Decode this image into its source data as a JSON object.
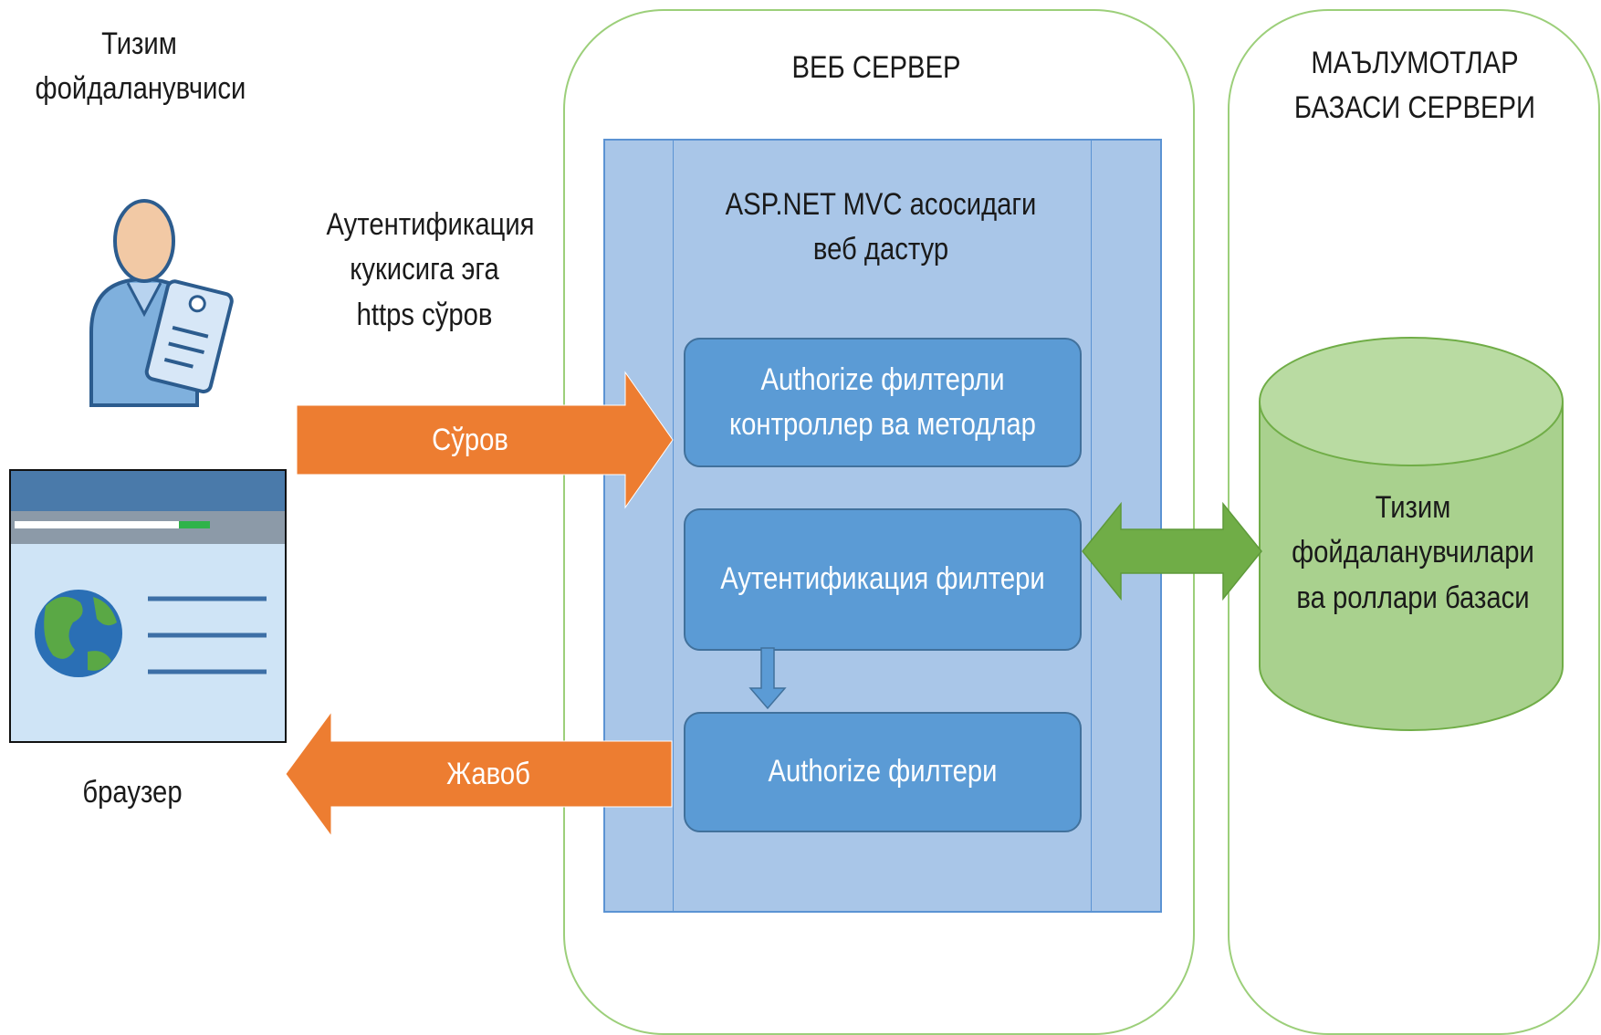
{
  "user": {
    "label": "Тизим фойдаланувчиси",
    "icon": "user-badge-icon"
  },
  "browser": {
    "label": "браузер",
    "icon": "browser-window-icon"
  },
  "request": {
    "note": "Аутентификация кукисига эга https сўров",
    "arrow_label": "Сўров"
  },
  "response": {
    "arrow_label": "Жавоб"
  },
  "web_server": {
    "title": "ВЕБ СЕРВЕР",
    "app_title": "ASP.NET MVC асосидаги веб дастур",
    "boxes": [
      {
        "label": "Authorize филтерли контроллер ва методлар"
      },
      {
        "label": "Аутентификация филтери"
      },
      {
        "label": "Authorize филтери"
      }
    ]
  },
  "db_server": {
    "title": "МАЪЛУМОТЛАР БАЗАСИ СЕРВЕРИ",
    "db_label": "Тизим фойдаланувчилари ва роллари базаси"
  },
  "colors": {
    "orange_arrow": "#ed7d31",
    "green_arrow": "#70ad47",
    "box_blue": "#5b9bd5",
    "panel_blue": "#a9c6e8",
    "zone_border": "#9ccf7a",
    "db_green": "#a9d18e"
  }
}
